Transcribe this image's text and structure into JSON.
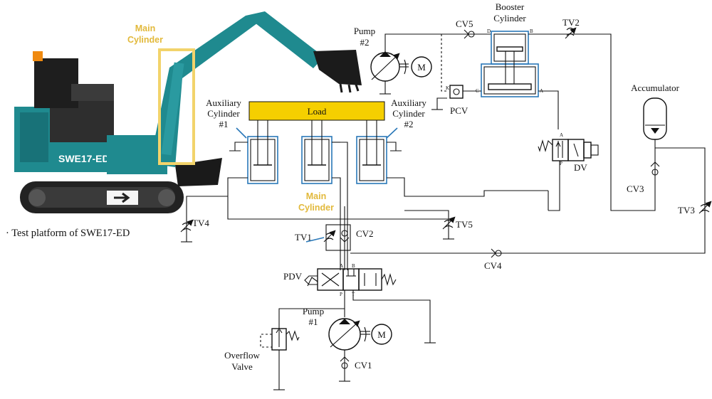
{
  "labels": {
    "main_cylinder_photo": [
      "Main",
      "Cylinder"
    ],
    "caption": "· Test platform of SWE17-ED",
    "pump2": [
      "Pump",
      "#2"
    ],
    "cv5": "CV5",
    "booster_cylinder": [
      "Booster",
      "Cylinder"
    ],
    "tv2": "TV2",
    "accumulator": "Accumulator",
    "aux1": [
      "Auxiliary",
      "Cylinder",
      "#1"
    ],
    "aux2": [
      "Auxiliary",
      "Cylinder",
      "#2"
    ],
    "load": "Load",
    "pcv": "PCV",
    "dv": "DV",
    "main_cylinder_schematic": [
      "Main",
      "Cylinder"
    ],
    "cv3": "CV3",
    "tv3": "TV3",
    "tv4": "TV4",
    "tv1": "TV1",
    "cv2": "CV2",
    "tv5": "TV5",
    "cv4": "CV4",
    "pdv": "PDV",
    "pump1": [
      "Pump",
      "#1"
    ],
    "overflow_valve": [
      "Overflow",
      "Valve"
    ],
    "cv1": "CV1",
    "motor": "M",
    "port_a": "A",
    "port_b": "B",
    "port_c": "C",
    "port_d": "D",
    "port_k": "K",
    "port_p": "P",
    "port_t": "T",
    "excavator_brand": "SWE17-ED"
  },
  "colors": {
    "load_fill": "#f5cf00",
    "cylinder_outline": "#2a78b8",
    "gold_label": "#e2b93b",
    "excavator_body": "#1f8a8f"
  }
}
